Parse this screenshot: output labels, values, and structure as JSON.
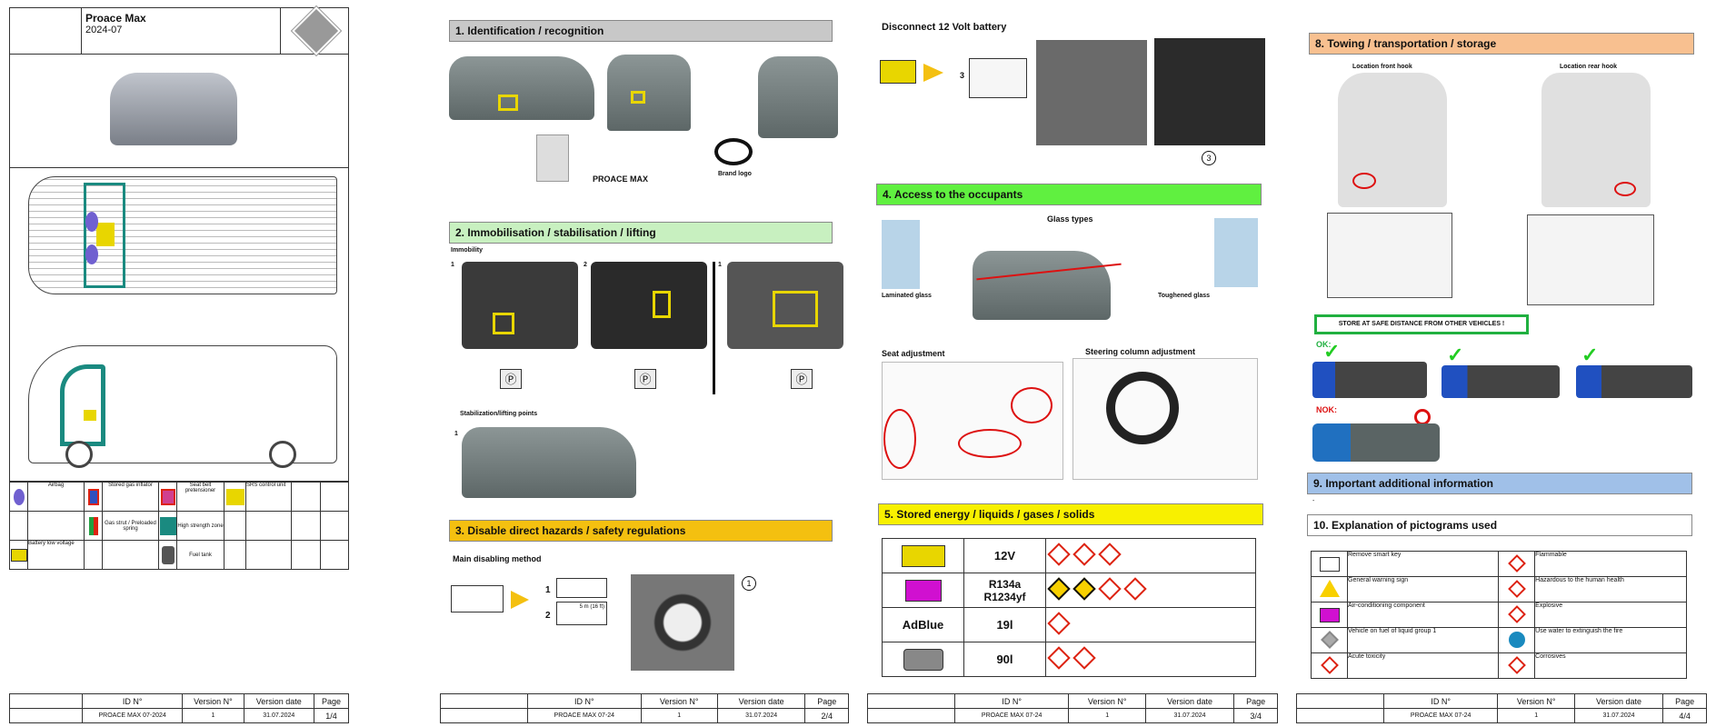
{
  "page1": {
    "vehicle_name": "Proace Max",
    "vehicle_date": "2024-07",
    "legend": [
      {
        "label": "Airbag",
        "icon": "airbag-icon",
        "color": "#7060d0"
      },
      {
        "label": "Stored gas inflator",
        "icon": "gas-inflator-icon",
        "color": "#3050c0"
      },
      {
        "label": "Seat belt pretensioner",
        "icon": "pretensioner-icon",
        "color": "#d04090"
      },
      {
        "label": "SRS control unit",
        "icon": "srs-unit-icon",
        "color": "#e8d600"
      },
      {
        "label": "Gas strut / Preloaded spring",
        "icon": "gas-strut-icon",
        "color": "#20a040"
      },
      {
        "label": "High strength zone",
        "icon": "high-strength-icon",
        "color": "#1a8a80"
      },
      {
        "label": "Battery low voltage",
        "icon": "battery-icon",
        "color": "#e8d600"
      },
      {
        "label": "Fuel tank",
        "icon": "fuel-tank-icon",
        "color": "#555555"
      }
    ]
  },
  "footer": {
    "headers": [
      "ID N°",
      "Version N°",
      "Version date",
      "Page"
    ],
    "pages": [
      {
        "id": "PROACE MAX 07-2024",
        "version": "1",
        "date": "31.07.2024",
        "page": "1/4"
      },
      {
        "id": "PROACE MAX 07-24",
        "version": "1",
        "date": "31.07.2024",
        "page": "2/4"
      },
      {
        "id": "PROACE MAX 07-24",
        "version": "1",
        "date": "31.07.2024",
        "page": "3/4"
      },
      {
        "id": "PROACE MAX 07-24",
        "version": "1",
        "date": "31.07.2024",
        "page": "4/4"
      }
    ]
  },
  "page2": {
    "sec1": {
      "title": "1. Identification / recognition",
      "color": "#c8c8c8",
      "label_model": "PROACE MAX",
      "label_logo": "Brand logo"
    },
    "sec2": {
      "title": "2. Immobilisation / stabilisation / lifting",
      "color": "#c8f0c0",
      "immobility": "Immobility",
      "n1": "1",
      "n2": "2",
      "n3": "1",
      "stab": "Stabilization/lifting points",
      "n4": "1",
      "p_glyph": "Ⓟ"
    },
    "sec3": {
      "title": "3. Disable direct hazards / safety regulations",
      "color": "#f4c010",
      "main_method": "Main disabling method",
      "n1": "1",
      "n2": "2",
      "dist": "5 m (16 ft)",
      "circle": "1"
    }
  },
  "page3": {
    "battery_title": "Disconnect 12 Volt battery",
    "step_num": "3",
    "circle_num": "3",
    "sec4": {
      "title": "4. Access to the occupants",
      "color": "#60f040",
      "glass_types": "Glass types",
      "laminated": "Laminated glass",
      "toughened": "Toughened glass",
      "seat_adj": "Seat adjustment",
      "steering_adj": "Steering column adjustment"
    },
    "sec5": {
      "title": "5. Stored energy / liquids / gases / solids",
      "color": "#f8f000",
      "rows": [
        {
          "label": "12V",
          "icon": "battery-icon",
          "hazards": 3
        },
        {
          "label": "R134a R1234yf",
          "icon": "aircon-icon",
          "hazards": 4
        },
        {
          "label": "19l",
          "icon": "adblue-text",
          "icon_text": "AdBlue",
          "hazards": 1
        },
        {
          "label": "90l",
          "icon": "fuel-tank-icon",
          "hazards": 2
        }
      ]
    }
  },
  "page4": {
    "sec8": {
      "title": "8. Towing / transportation / storage",
      "color": "#f8c090",
      "front_hook": "Location front hook",
      "rear_hook": "Location rear hook",
      "store_warning": "STORE AT SAFE DISTANCE FROM OTHER VEHICLES !",
      "ok": "OK:",
      "nok": "NOK:"
    },
    "sec9": {
      "title": "9. Important additional information",
      "color": "#a0c0e8",
      "content": "-"
    },
    "sec10": {
      "title": "10. Explanation of pictograms used",
      "rows": [
        {
          "left": "Remove smart key",
          "left_icon": "smart-key-icon",
          "right": "Flammable",
          "right_icon": "flammable-icon"
        },
        {
          "left": "General warning sign",
          "left_icon": "warning-icon",
          "right": "Hazardous to the human health",
          "right_icon": "health-hazard-icon"
        },
        {
          "left": "Air-conditioning component",
          "left_icon": "aircon-icon",
          "right": "Explosive",
          "right_icon": "explosive-icon"
        },
        {
          "left": "Vehicle on fuel of liquid group 1",
          "left_icon": "fuel-vehicle-icon",
          "right": "Use water to extinguish the fire",
          "right_icon": "water-extinguish-icon"
        },
        {
          "left": "Acute toxicity",
          "left_icon": "toxicity-icon",
          "right": "Corrosives",
          "right_icon": "corrosive-icon"
        }
      ]
    }
  }
}
